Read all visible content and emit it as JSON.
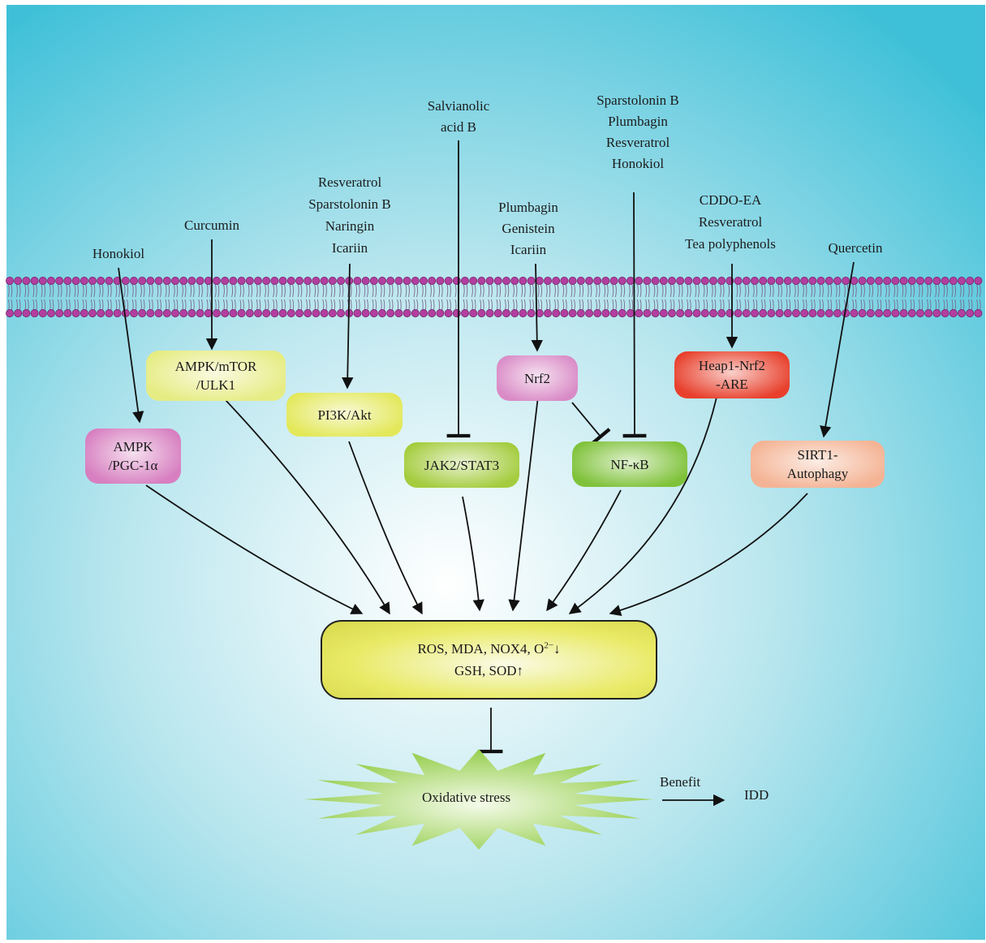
{
  "colors": {
    "background_center": "#ffffff",
    "background_edge": "#3ec0d8",
    "membrane_head": "#b23fa0",
    "membrane_tail": "#7a6a8e",
    "arrow": "#111111",
    "starburst": "#8cc93e"
  },
  "compounds": {
    "honokiol": {
      "lines": [
        "Honokiol"
      ]
    },
    "curcumin": {
      "lines": [
        "Curcumin"
      ]
    },
    "pi3k_group": {
      "lines": [
        "Resveratrol",
        "Sparstolonin B",
        "Naringin",
        "Icariin"
      ]
    },
    "salvianolic": {
      "lines": [
        "Salvianolic",
        "acid B"
      ]
    },
    "nrf2_group": {
      "lines": [
        "Plumbagin",
        "Genistein",
        "Icariin"
      ]
    },
    "nfkb_group": {
      "lines": [
        "Sparstolonin B",
        "Plumbagin",
        "Resveratrol",
        "Honokiol"
      ]
    },
    "keap_group": {
      "lines": [
        "CDDO-EA",
        "Resveratrol",
        "Tea polyphenols"
      ]
    },
    "quercetin": {
      "lines": [
        "Quercetin"
      ]
    }
  },
  "pathways": {
    "ampk_pgc": {
      "lines": [
        "AMPK",
        "/PGC-1α"
      ],
      "color": "#d77fc0"
    },
    "ampk_mtor": {
      "lines": [
        "AMPK/mTOR",
        "/ULK1"
      ],
      "color": "#e6ec84"
    },
    "pi3k_akt": {
      "lines": [
        "PI3K/Akt"
      ],
      "color": "#e3e85a"
    },
    "jak2_stat3": {
      "lines": [
        "JAK2/STAT3"
      ],
      "color": "#a4cc3e"
    },
    "nrf2": {
      "lines": [
        "Nrf2"
      ],
      "color": "#d98bc6"
    },
    "nfkb": {
      "lines": [
        "NF-κB"
      ],
      "color": "#7fc23a"
    },
    "keap1": {
      "lines": [
        "Heap1-Nrf2",
        "-ARE"
      ],
      "color": "#e8402c"
    },
    "sirt1": {
      "lines": [
        "SIRT1-",
        "Autophagy"
      ],
      "color": "#f4b394"
    }
  },
  "result": {
    "line1_text": "ROS, MDA, NOX4, O",
    "line1_sup": "2−",
    "line1_arrow": "↓",
    "line2": "GSH, SOD↑",
    "color": "#e9ea66"
  },
  "outcome": {
    "label": "Oxidative stress"
  },
  "benefit": {
    "label": "Benefit",
    "target": "IDD"
  }
}
